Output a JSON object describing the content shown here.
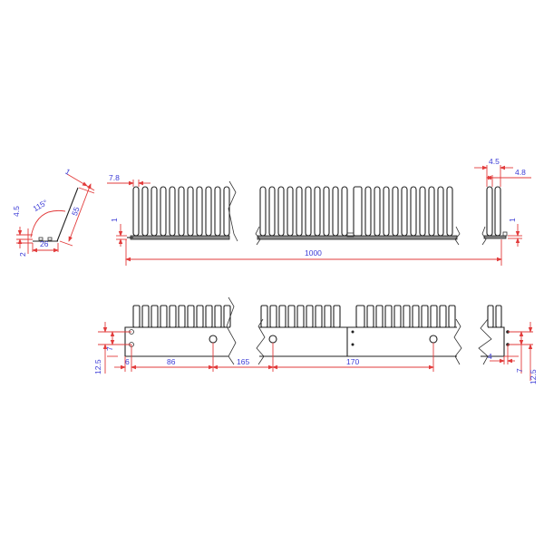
{
  "drawing": {
    "title": "Slotted wiring duct / comb strip technical drawing",
    "views": {
      "profile": {
        "angle_label": "115°",
        "dims": {
          "thickness": "1",
          "leg_length": "55",
          "base_width": "26",
          "flange_height": "4.5",
          "flange_offset": "2"
        }
      },
      "top_view": {
        "dims": {
          "pitch": "7.8",
          "base_thickness": "1",
          "overall_length": "1000"
        }
      },
      "end_view_top": {
        "dims": {
          "slot_width": "4.5",
          "finger_width": "4.8",
          "base_thickness": "1"
        }
      },
      "front_view": {
        "dims": {
          "hole_vertical_spacing": "7",
          "edge_to_hole": "12.5",
          "hole_edge_offset": "6",
          "first_mount_hole": "86",
          "mount_spacing_a": "165",
          "mount_spacing_b": "170"
        }
      },
      "end_view_front": {
        "dims": {
          "hole_offset": "4",
          "hole_vertical_spacing": "7",
          "edge_to_hole": "12.5"
        }
      }
    },
    "colors": {
      "dimension_line": "#e23b3b",
      "dimension_text": "#3b3bd6",
      "object_line": "#222222"
    }
  }
}
